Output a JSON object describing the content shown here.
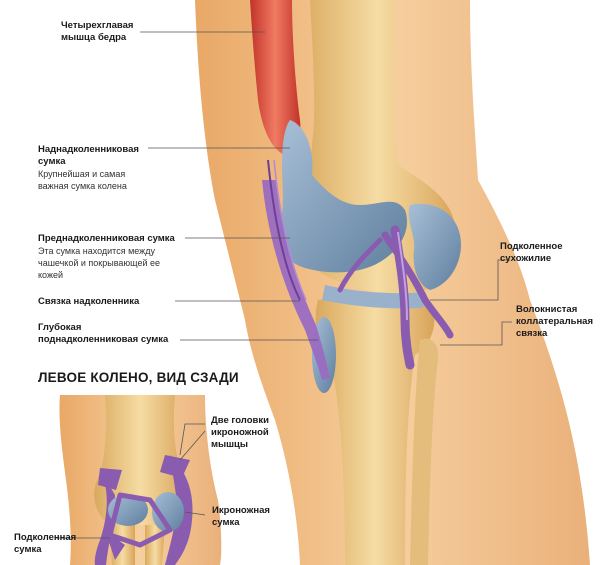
{
  "labels": {
    "quadriceps": {
      "title": "Четырехглавая\nмышца бедра"
    },
    "suprapatellar": {
      "title": "Наднадколенниковая\nсумка",
      "desc": "Крупнейшая и самая\nважная сумка колена"
    },
    "prepatellar": {
      "title": "Преднадколенниковая сумка",
      "desc": "Эта сумка находится между\nчашечкой и покрывающей ее\nкожей"
    },
    "patellar_ligament": {
      "title": "Связка надколенника"
    },
    "deep_infrapatellar": {
      "title": "Глубокая\nподнадколенниковая сумка"
    },
    "popliteal_tendon": {
      "title": "Подколенное\nсухожилие"
    },
    "fibular_collateral": {
      "title": "Волокнистая\nколлатеральная\nсвязка"
    },
    "gastrocnemius_heads": {
      "title": "Две головки\nикроножной\nмышцы"
    },
    "gastrocnemius_bursa": {
      "title": "Икроножная\nсумка"
    },
    "popliteal_bursa": {
      "title": "Подколенная\nсумка"
    }
  },
  "inset_title": "ЛЕВОЕ КОЛЕНО, ВИД СЗАДИ",
  "colors": {
    "skin": "#f2c48e",
    "bone": "#f0d49a",
    "bursa": "#7f9bb8",
    "ligament": "#8a5cb0",
    "muscle": "#d94a3a",
    "leader_line": "#555555"
  }
}
